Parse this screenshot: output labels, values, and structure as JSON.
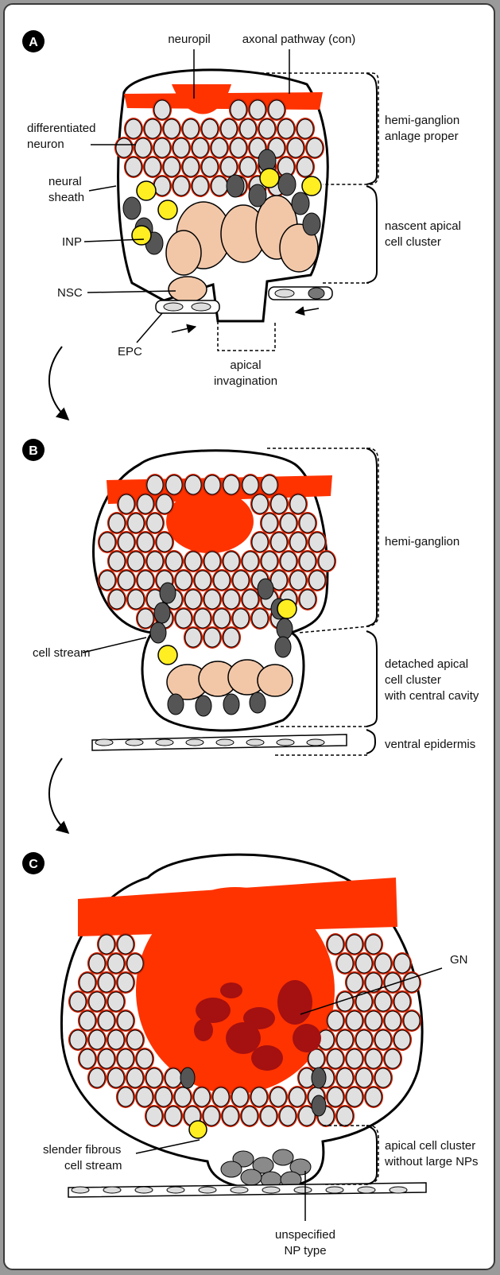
{
  "panels": [
    {
      "id": "A",
      "letter": "A",
      "labels": {
        "neuropil": "neuropil",
        "axonal_pathway": "axonal pathway (con)",
        "differentiated_neuron_1": "differentiated",
        "differentiated_neuron_2": "neuron",
        "neural_sheath_1": "neural",
        "neural_sheath_2": "sheath",
        "inp": "INP",
        "nsc": "NSC",
        "epc": "EPC",
        "apical_invagination_1": "apical",
        "apical_invagination_2": "invagination",
        "hemi_ganglion_anlage_1": "hemi-ganglion",
        "hemi_ganglion_anlage_2": "anlage proper",
        "nascent_cluster_1": "nascent apical",
        "nascent_cluster_2": "cell cluster"
      }
    },
    {
      "id": "B",
      "letter": "B",
      "labels": {
        "hemi_ganglion": "hemi-ganglion",
        "cell_stream": "cell stream",
        "detached_1": "detached apical",
        "detached_2": "cell cluster",
        "detached_3": "with central cavity",
        "ventral_epidermis": "ventral epidermis"
      }
    },
    {
      "id": "C",
      "letter": "C",
      "labels": {
        "gn": "GN",
        "slender_1": "slender fibrous",
        "slender_2": "cell stream",
        "apical_without_1": "apical cell cluster",
        "apical_without_2": "without large NPs",
        "unspecified_1": "unspecified",
        "unspecified_2": "NP type"
      }
    }
  ],
  "colors": {
    "neuropil": "#ff3300",
    "neuron_fill": "#e0e0e0",
    "neuron_rim": "#cc2200",
    "dark_cell": "#555555",
    "mid_cell": "#8a8a8a",
    "nsc_fill": "#f2c7a8",
    "inp_fill": "#ffee22",
    "gn_fill": "#a51010",
    "outline": "#000000",
    "frame_bg": "#9a9a9a"
  }
}
